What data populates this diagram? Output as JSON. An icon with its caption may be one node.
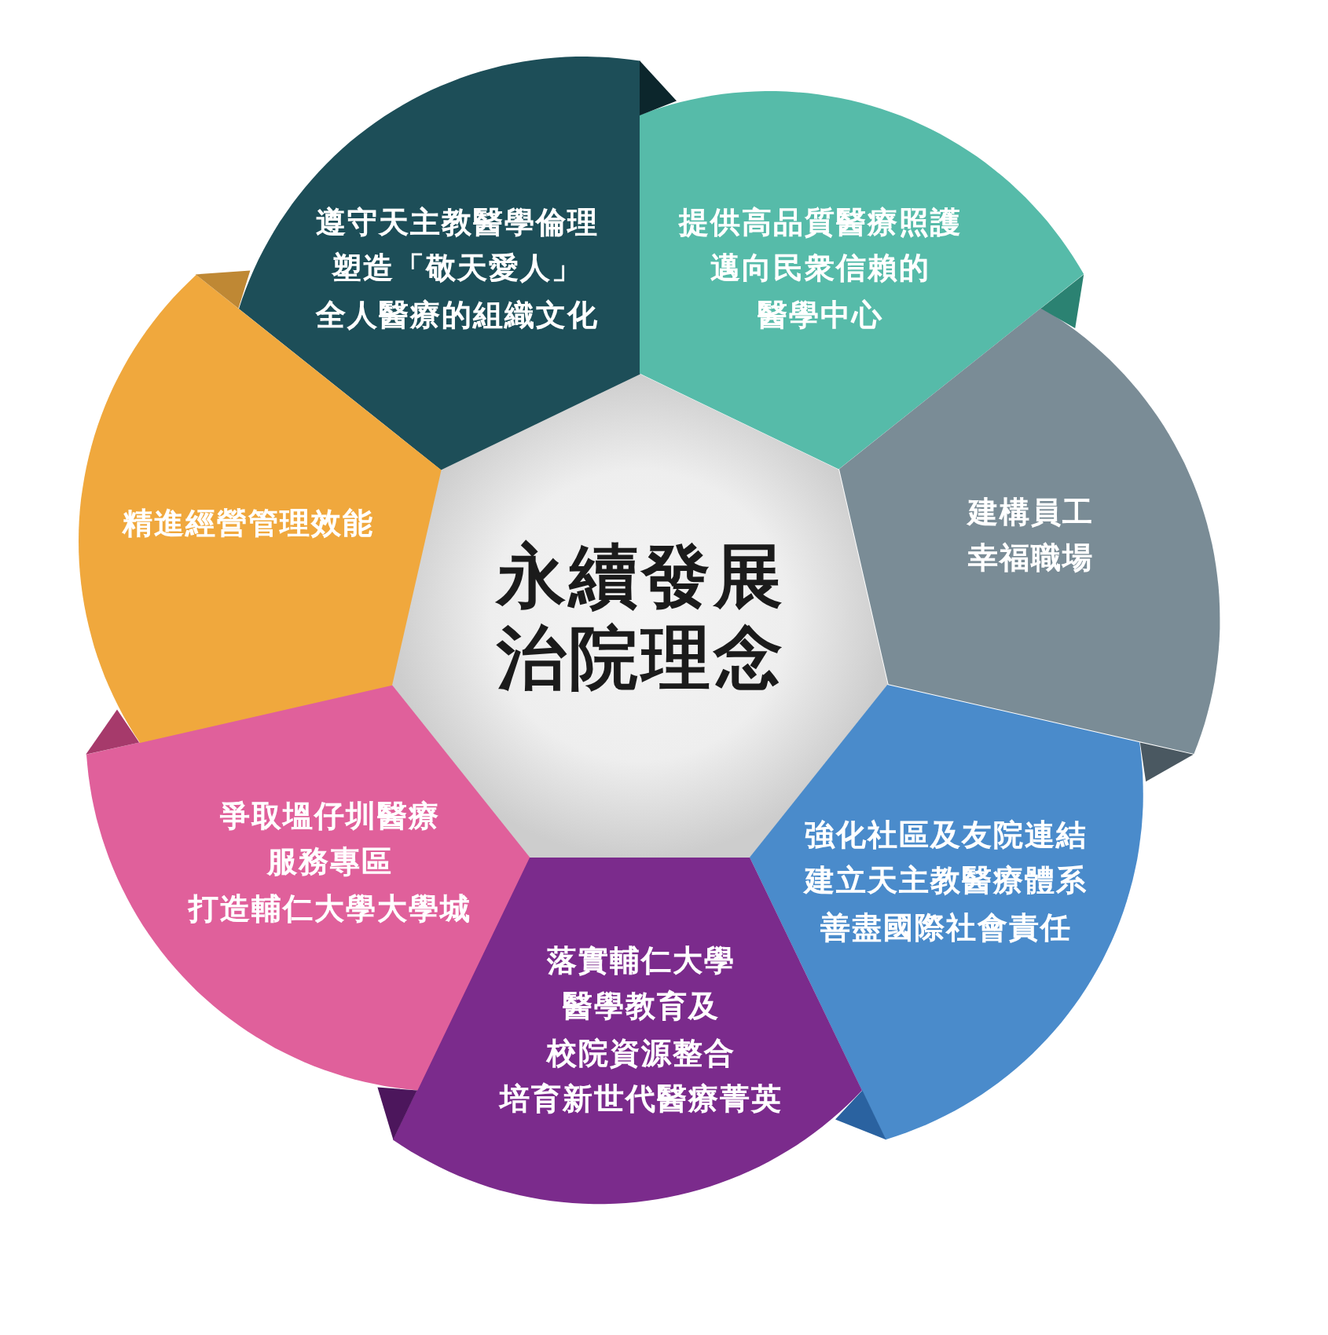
{
  "diagram": {
    "nodes": [
      {
        "text": [
          "永續發展治院理念"
        ]
      },
      {
        "text": [
          "遵守天主教醫學倫理塑造「敬天愛人」全人醫療的組織文化"
        ]
      },
      {
        "text": [
          "提供高品質醫療照護邁向民衆信賴的醫學中心"
        ]
      },
      {
        "text": [
          "建構員工幸福職場"
        ]
      },
      {
        "text": [
          "強化社區及友院連結建立天主教醫療體系善盡國際社會責任"
        ]
      },
      {
        "text": [
          "落實輔仁大學醫學教育及校院資源整合培育新世代醫療菁英"
        ]
      },
      {
        "text": [
          "爭取塭仔圳醫療服務專區打造輔仁大學大學城"
        ]
      },
      {
        "text": [
          "精進經營管理效能"
        ]
      }
    ]
  }
}
